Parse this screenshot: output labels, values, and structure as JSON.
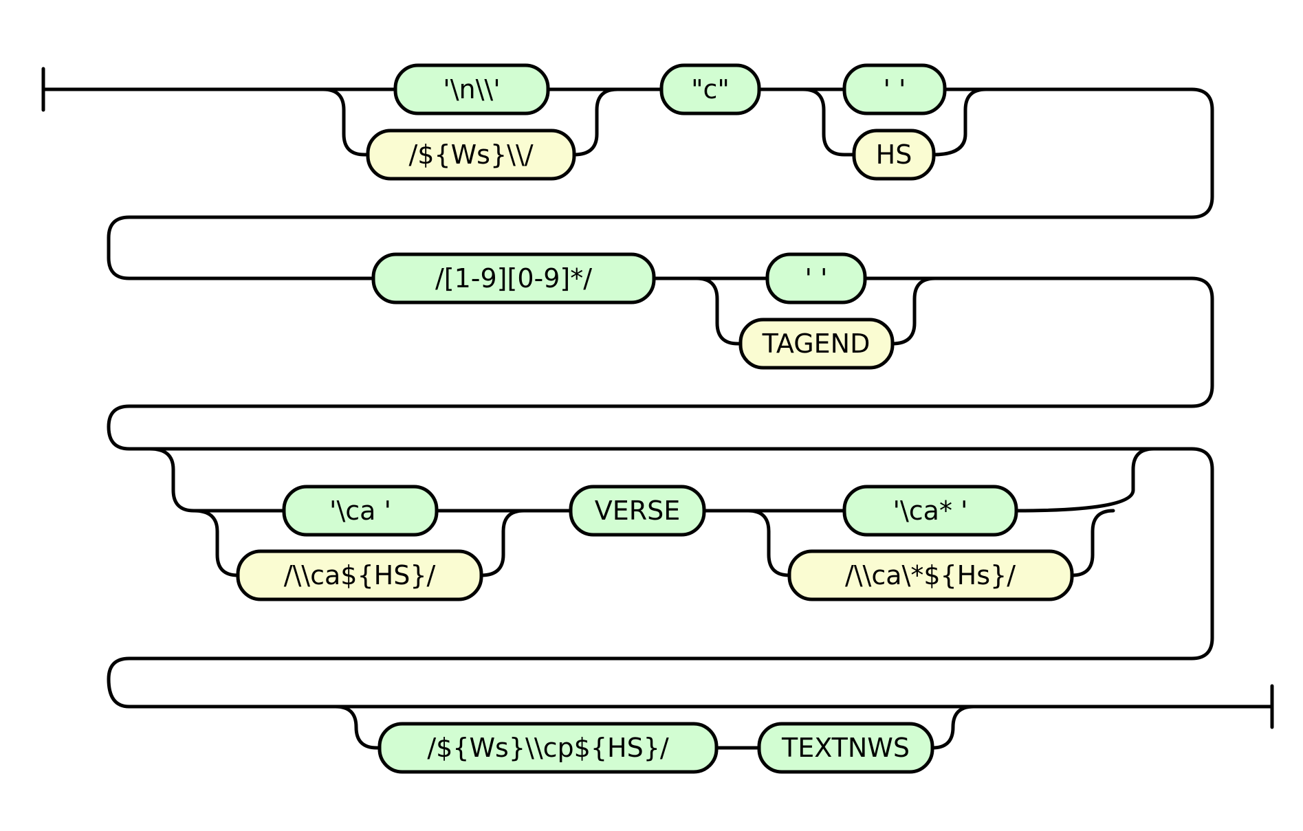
{
  "colors": {
    "terminal_fill": "#d2fdd2",
    "nonterminal_fill": "#fafcd2",
    "line": "#000000",
    "background": "#ffffff"
  },
  "rows": [
    {
      "sequence": [
        {
          "kind": "choice",
          "options": [
            {
              "text": "'\\n\\\\'",
              "type": "terminal"
            },
            {
              "text": "/${Ws}\\\\/",
              "type": "nonterminal"
            }
          ]
        },
        {
          "text": "\"c\"",
          "type": "terminal"
        },
        {
          "kind": "choice",
          "options": [
            {
              "text": "' '",
              "type": "terminal"
            },
            {
              "text": "HS",
              "type": "nonterminal"
            }
          ]
        }
      ]
    },
    {
      "sequence": [
        {
          "text": "/[1-9][0-9]*/",
          "type": "terminal"
        },
        {
          "kind": "choice",
          "options": [
            {
              "text": "' '",
              "type": "terminal"
            },
            {
              "text": "TAGEND",
              "type": "nonterminal"
            }
          ]
        }
      ]
    },
    {
      "optional": true,
      "sequence": [
        {
          "kind": "choice",
          "options": [
            {
              "text": "'\\ca '",
              "type": "terminal"
            },
            {
              "text": "/\\\\ca${HS}/",
              "type": "nonterminal"
            }
          ]
        },
        {
          "text": "VERSE",
          "type": "terminal"
        },
        {
          "kind": "choice",
          "options": [
            {
              "text": "'\\ca* '",
              "type": "terminal"
            },
            {
              "text": "/\\\\ca\\*${Hs}/",
              "type": "nonterminal"
            }
          ]
        }
      ]
    },
    {
      "optional": true,
      "sequence": [
        {
          "text": "/${Ws}\\\\cp${HS}/",
          "type": "terminal"
        },
        {
          "text": "TEXTNWS",
          "type": "terminal"
        }
      ]
    }
  ]
}
